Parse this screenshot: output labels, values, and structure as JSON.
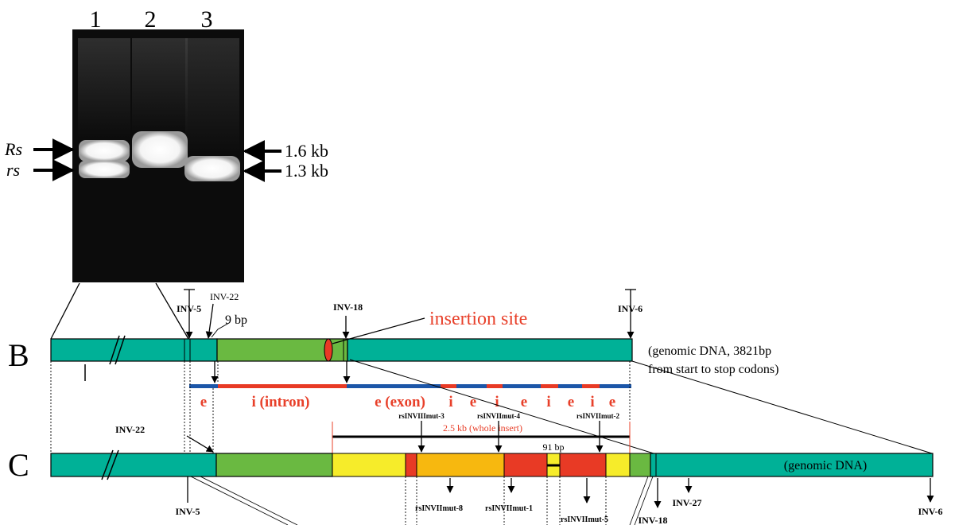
{
  "gel": {
    "lanes": [
      "1",
      "2",
      "3"
    ],
    "left_labels": [
      "Rs",
      "rs"
    ],
    "right_labels": [
      "1.6 kb",
      "1.3 kb"
    ]
  },
  "panel_b": {
    "letter": "B",
    "primers_top": [
      "INV-5",
      "INV-22",
      "INV-18",
      "INV-6"
    ],
    "gap_label": "9 bp",
    "insertion_label": "insertion site",
    "note_lines": [
      "(genomic DNA, 3821bp",
      "from start to stop codons)"
    ],
    "segments": [
      "e",
      "i (intron)",
      "e (exon)",
      "i",
      "e",
      "i",
      "e",
      "i",
      "e",
      "i",
      "e"
    ]
  },
  "panel_c": {
    "letter": "C",
    "insert_label": "2.5 kb (whole insert)",
    "primers_above": [
      "INV-22",
      "rsINVIIImut-3",
      "rsINVIImut-4",
      "rsINVIImut-2"
    ],
    "bp_label": "91 bp",
    "genomic_label": "(genomic DNA)",
    "primers_below": [
      "INV-5",
      "rsINVIImut-8",
      "rsINVIImut-1",
      "rsINVIImut-5",
      "INV-18",
      "INV-27",
      "INV-6"
    ]
  },
  "colors": {
    "teal": "#00b197",
    "green": "#6ab941",
    "yellow": "#f6ec2a",
    "orange": "#f7b80f",
    "red": "#e83a25",
    "blue": "#1c56a8",
    "label_red": "#e8402a"
  }
}
